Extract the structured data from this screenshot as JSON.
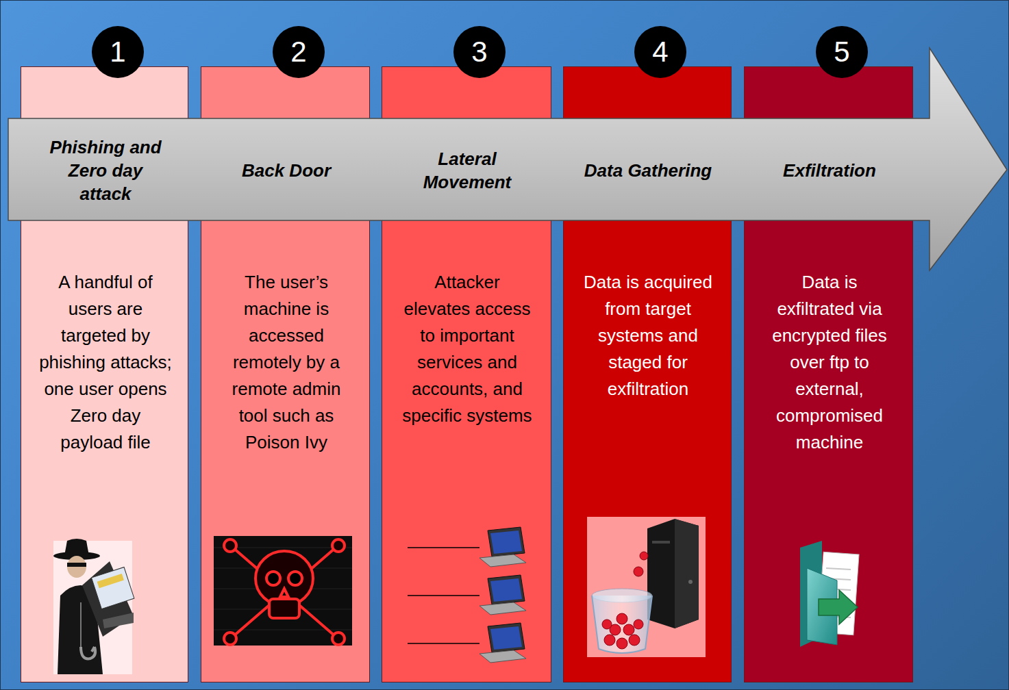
{
  "diagram": {
    "nodes": [
      {
        "text": [
          "Phishing and Zero day attack",
          "A handful of users are targeted by phishing attacks; one user opens Zero day payload file"
        ]
      },
      {
        "text": [
          "1"
        ],
        "in": 0
      },
      {
        "text": [
          "Back Door",
          "The user’s machine is accessed remotely by a remote admin tool such as Poison Ivy"
        ]
      },
      {
        "text": [
          "2"
        ],
        "in": 2
      },
      {
        "text": [
          "Lateral Movement",
          "Attacker elevates access to important services and accounts, and specific systems"
        ]
      },
      {
        "text": [
          "3"
        ],
        "in": 4
      },
      {
        "text": [
          "Data Gathering",
          "Data is acquired from target systems and staged for exfiltration"
        ]
      },
      {
        "text": [
          "4"
        ],
        "in": 6
      },
      {
        "text": [
          "Exfiltration",
          "Data is exfiltrated via encrypted files over ftp to external, compromised machine"
        ]
      },
      {
        "text": [
          "5"
        ],
        "in": 8
      }
    ]
  }
}
